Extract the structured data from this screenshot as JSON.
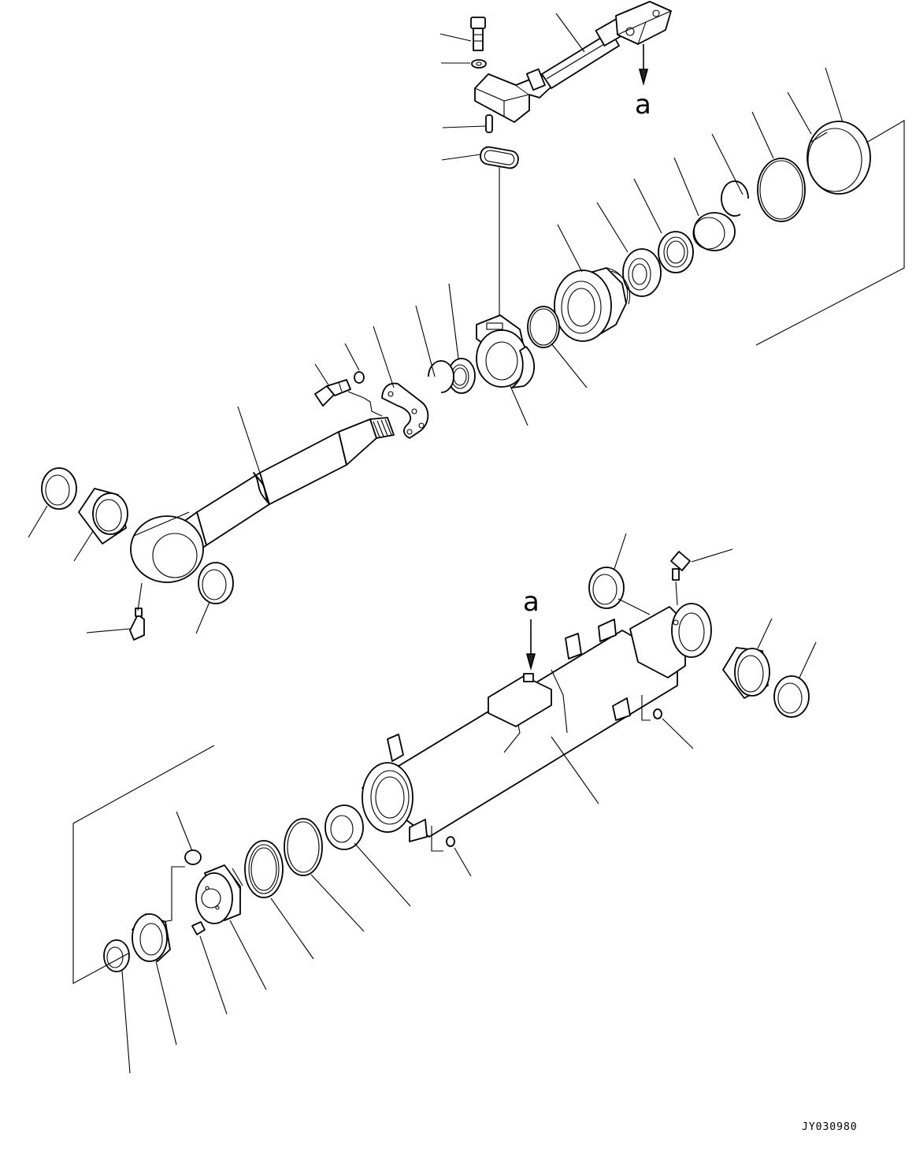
{
  "callouts": {
    "upper_arrow_letter": "a",
    "lower_arrow_letter": "a"
  },
  "drawing_code": "JY030980"
}
